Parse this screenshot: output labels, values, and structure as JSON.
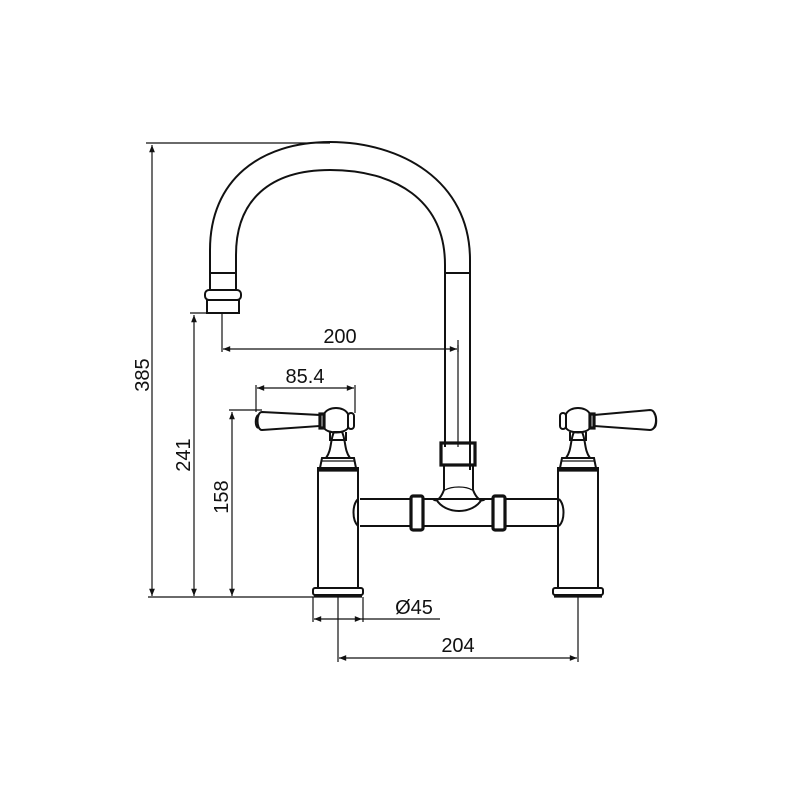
{
  "diagram": {
    "type": "technical-drawing",
    "subject": "bridge kitchen mixer tap with swan-neck spout and lever handles",
    "colors": {
      "line": "#111111",
      "background": "#ffffff"
    },
    "dimensions": {
      "overall_height": "385",
      "spout_outlet_height": "241",
      "handle_height": "158",
      "spout_reach": "200",
      "handle_length": "85.4",
      "base_diameter": "Ø45",
      "centres": "204"
    }
  }
}
